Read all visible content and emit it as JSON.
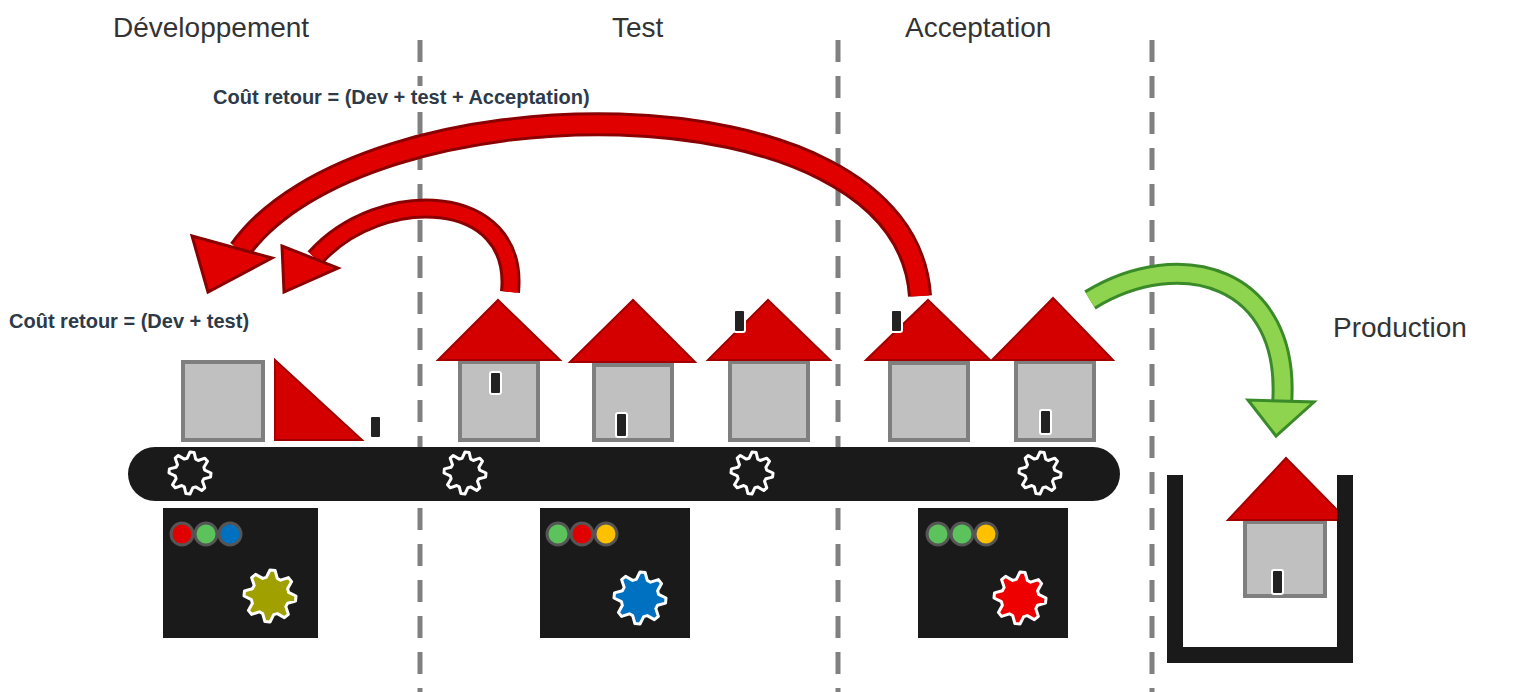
{
  "diagram": {
    "labels": [
      "Développement",
      "Test",
      "Acceptation",
      "Coût retour = (Dev + test + Acceptation)",
      "Coût retour = (Dev + test)",
      "Production"
    ]
  }
}
